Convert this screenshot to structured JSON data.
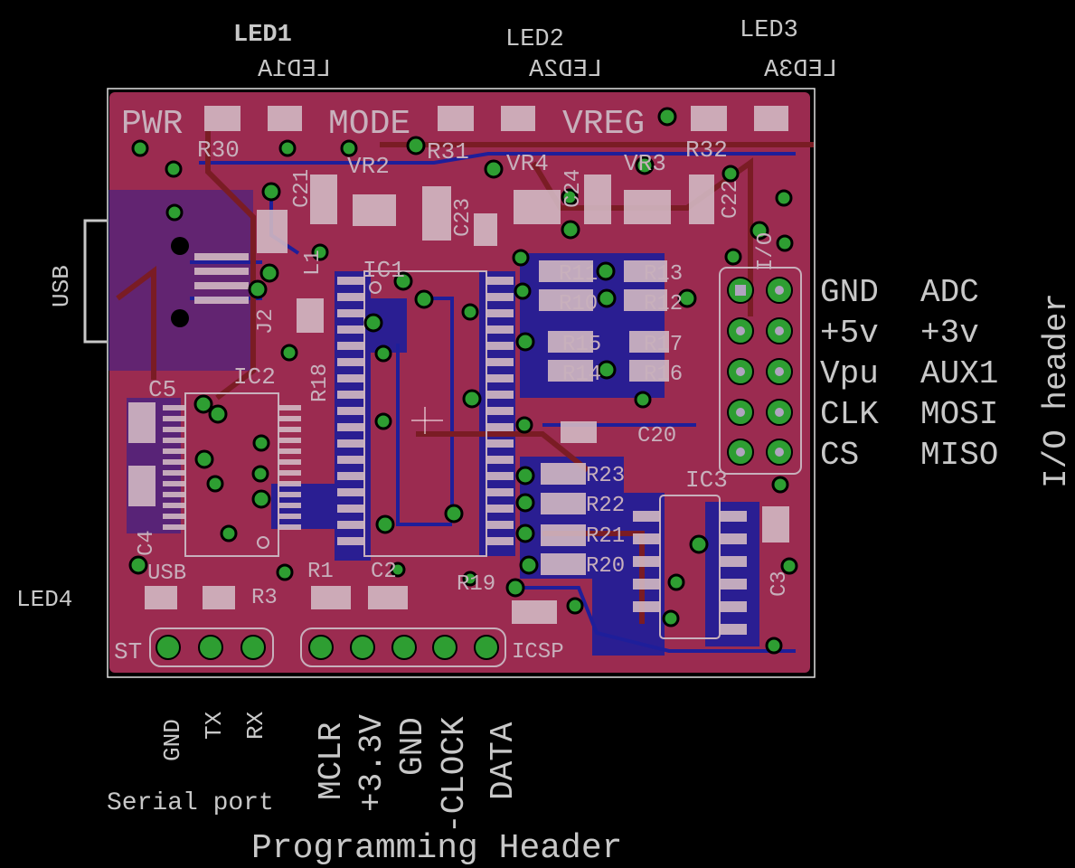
{
  "board_labels": {
    "pwr": "PWR",
    "mode": "MODE",
    "vreg": "VREG"
  },
  "leds": {
    "led1": "LED1",
    "led1a": "LED1A",
    "led2": "LED2",
    "led2a": "LED2A",
    "led3": "LED3",
    "led3a": "LED3A",
    "led4": "LED4"
  },
  "components": {
    "r30": "R30",
    "r31": "R31",
    "r32": "R32",
    "vr2": "VR2",
    "vr3": "VR3",
    "vr4": "VR4",
    "c21": "C21",
    "c23": "C23",
    "c24": "C24",
    "c22": "C22",
    "l1": "L1",
    "j2": "J2",
    "ic1": "IC1",
    "ic2": "IC2",
    "ic3": "IC3",
    "r18": "R18",
    "c5": "C5",
    "c4": "C4",
    "usb": "USB",
    "r3": "R3",
    "r1": "R1",
    "c2": "C2",
    "r19": "R19",
    "r11": "R11",
    "r13": "R13",
    "r10": "R10",
    "r12": "R12",
    "r15": "R15",
    "r17": "R17",
    "r14": "R14",
    "r16": "R16",
    "c20": "C20",
    "r23": "R23",
    "r22": "R22",
    "r21": "R21",
    "r20": "R20",
    "c3": "C3",
    "io": "I/O",
    "icsp": "ICSP",
    "st": "ST"
  },
  "usb_connector_label": "USB",
  "io_header": {
    "title": "I/O header",
    "pins": [
      [
        "GND",
        "ADC"
      ],
      [
        "+5v",
        "+3v"
      ],
      [
        "Vpu",
        "AUX1"
      ],
      [
        "CLK",
        "MOSI"
      ],
      [
        "CS",
        "MISO"
      ]
    ]
  },
  "serial_port": {
    "title": "Serial port",
    "pins": [
      "GND",
      "TX",
      "RX"
    ]
  },
  "programming_header": {
    "title": "Programming Header",
    "pins": [
      "MCLR",
      "+3.3V",
      "GND",
      "-CLOCK",
      "DATA"
    ]
  },
  "colors": {
    "board": "#9b2b50",
    "top_copper": "#1e1e9a",
    "bottom_copper": "#7a1c24",
    "via": "#2e9e32",
    "silkscreen": "#c8b0bc"
  }
}
